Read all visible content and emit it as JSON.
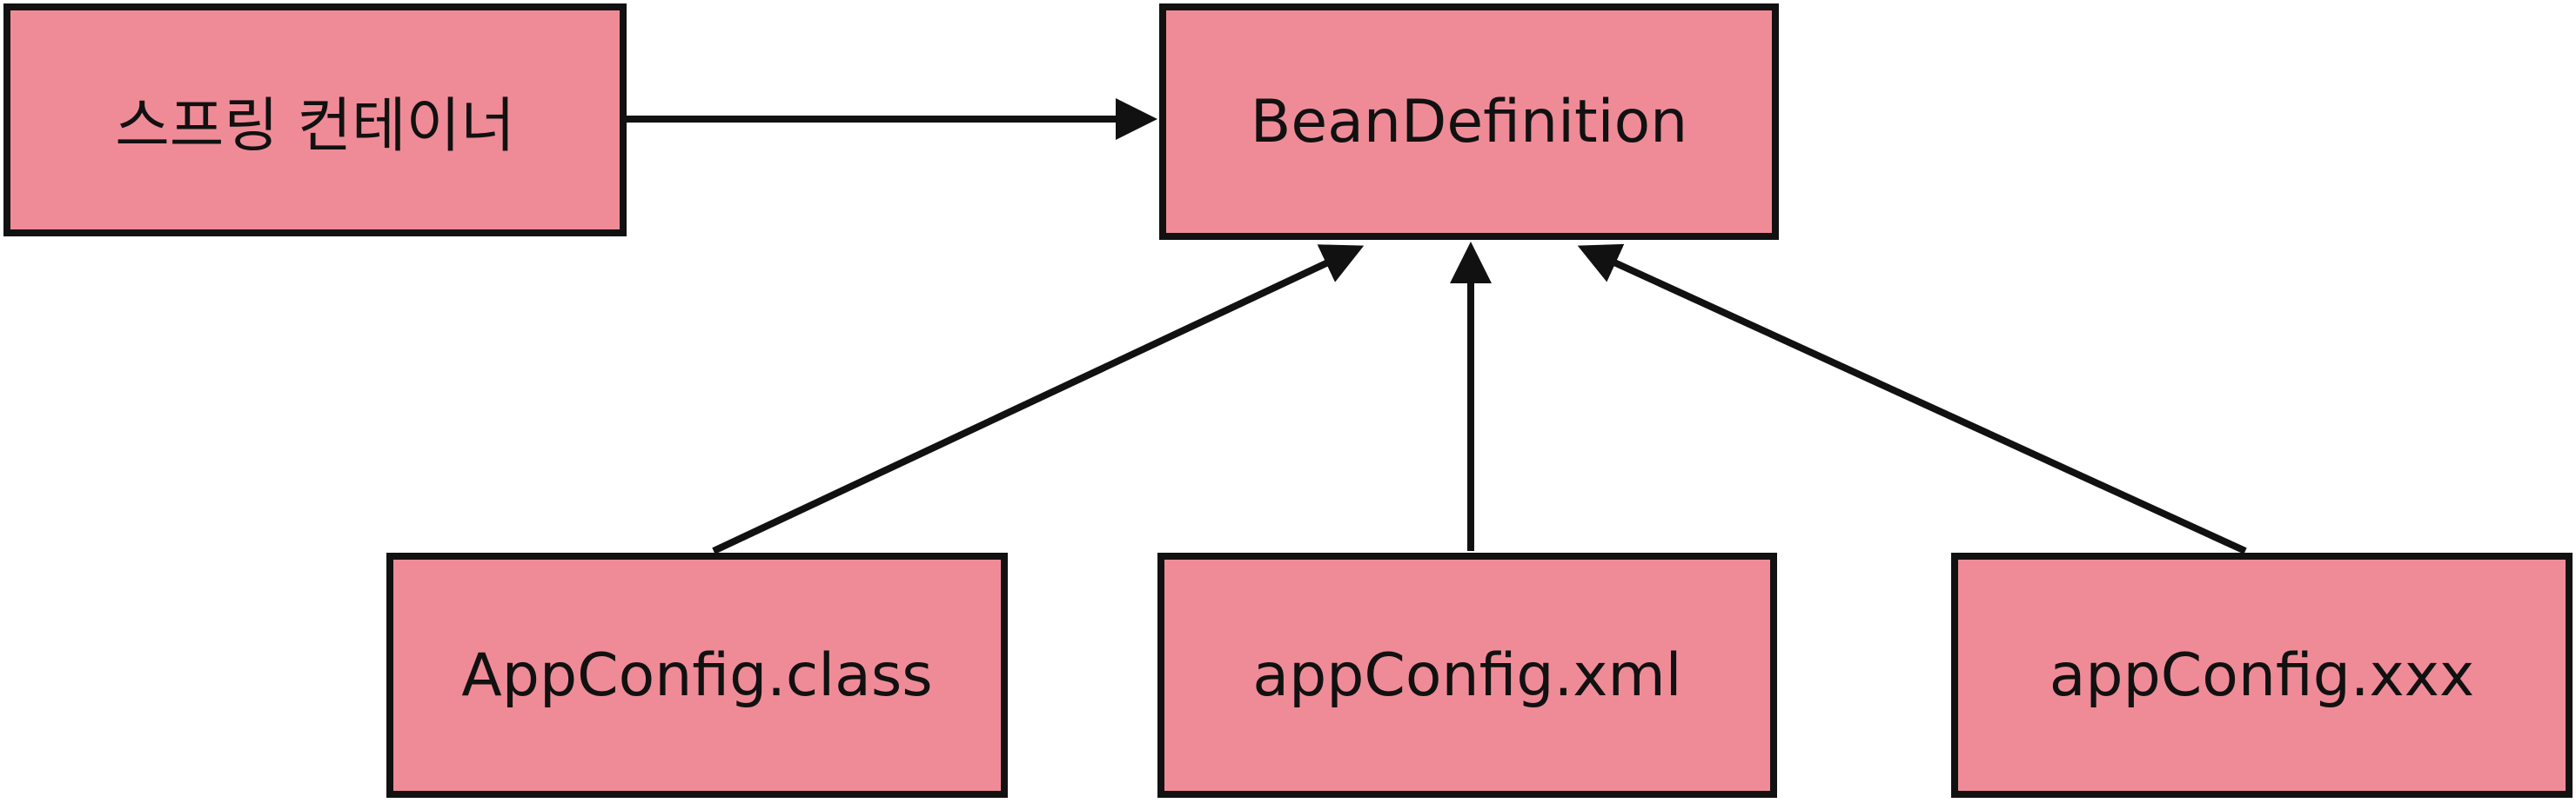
{
  "colors": {
    "box_fill": "#ef8b97",
    "stroke": "#111111"
  },
  "nodes": {
    "container": {
      "label": "스프링 컨테이너"
    },
    "bean_definition": {
      "label": "BeanDefinition"
    },
    "app_config_class": {
      "label": "AppConfig.class"
    },
    "app_config_xml": {
      "label": "appConfig.xml"
    },
    "app_config_xxx": {
      "label": "appConfig.xxx"
    }
  },
  "edges": [
    {
      "from": "container",
      "to": "bean_definition"
    },
    {
      "from": "app_config_class",
      "to": "bean_definition"
    },
    {
      "from": "app_config_xml",
      "to": "bean_definition"
    },
    {
      "from": "app_config_xxx",
      "to": "bean_definition"
    }
  ]
}
